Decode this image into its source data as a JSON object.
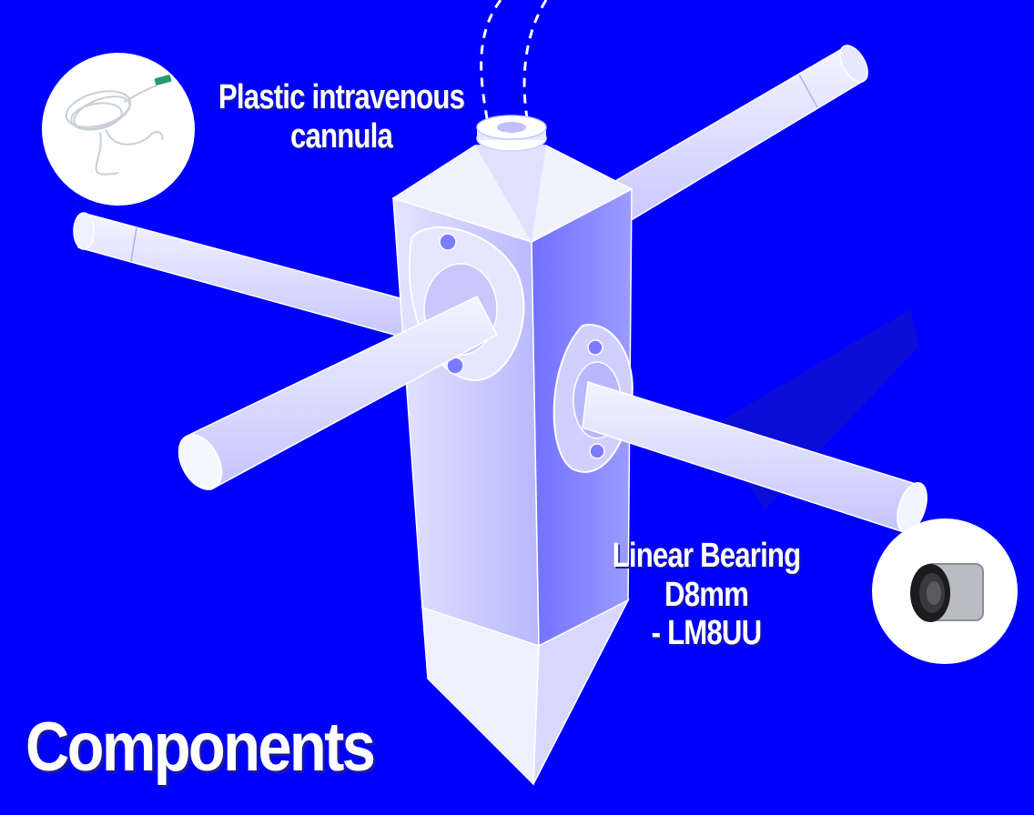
{
  "labels": {
    "cannula": [
      "Plastic intravenous",
      "cannula"
    ],
    "bearing": [
      "Linear Bearing D8mm",
      "- LM8UU"
    ]
  },
  "title": "Components",
  "icons": {
    "cannula_photo": "cannula-tubing-icon",
    "bearing_photo": "linear-bearing-icon"
  },
  "colors": {
    "background": "#0000ff",
    "part_light": "#d4d4ff",
    "part_shade": "#8888ff",
    "text": "#ffffff"
  }
}
